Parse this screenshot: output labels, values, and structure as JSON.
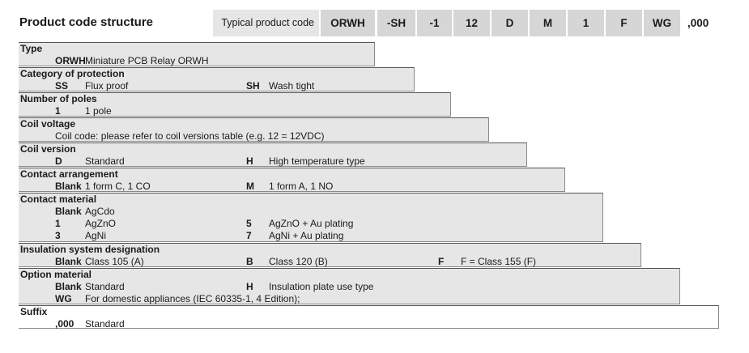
{
  "header": {
    "title": "Product code structure",
    "typical_label": "Typical product code",
    "codes": [
      "ORWH",
      "-SH",
      "-1",
      "12",
      "D",
      "M",
      "1",
      "F",
      "WG",
      ",000"
    ]
  },
  "sections": [
    {
      "title": "Type",
      "rows": [
        [
          {
            "k": "ORWH",
            "v": "Miniature PCB Relay ORWH"
          }
        ]
      ]
    },
    {
      "title": "Category of protection",
      "rows": [
        [
          {
            "k": "SS",
            "v": "Flux proof"
          },
          {
            "k": "SH",
            "v": "Wash tight"
          }
        ]
      ]
    },
    {
      "title": "Number of poles",
      "rows": [
        [
          {
            "k": "1",
            "v": "1 pole"
          }
        ]
      ]
    },
    {
      "title": "Coil voltage",
      "rows": [
        [
          {
            "k": "",
            "v": "Coil code: please refer to coil versions table (e.g. 12 = 12VDC)"
          }
        ]
      ]
    },
    {
      "title": "Coil version",
      "rows": [
        [
          {
            "k": "D",
            "v": "Standard"
          },
          {
            "k": "H",
            "v": "High temperature type"
          }
        ]
      ]
    },
    {
      "title": "Contact arrangement",
      "rows": [
        [
          {
            "k": "Blank",
            "v": "1 form C, 1 CO"
          },
          {
            "k": "M",
            "v": "1 form A, 1 NO"
          }
        ]
      ]
    },
    {
      "title": "Contact material",
      "rows": [
        [
          {
            "k": "Blank",
            "v": "AgCdo"
          }
        ],
        [
          {
            "k": "1",
            "v": "AgZnO"
          },
          {
            "k": "5",
            "v": "AgZnO + Au plating"
          }
        ],
        [
          {
            "k": "3",
            "v": "AgNi"
          },
          {
            "k": "7",
            "v": "AgNi + Au plating"
          }
        ]
      ]
    },
    {
      "title": "Insulation system designation",
      "rows": [
        [
          {
            "k": "Blank",
            "v": "Class 105 (A)"
          },
          {
            "k": "B",
            "v": "Class 120 (B)"
          },
          {
            "k": "F",
            "v": "F = Class 155 (F)"
          }
        ]
      ]
    },
    {
      "title": "Option material",
      "rows": [
        [
          {
            "k": "Blank",
            "v": "Standard"
          },
          {
            "k": "H",
            "v": "Insulation plate use type"
          }
        ],
        [
          {
            "k": "WG",
            "v": "For domestic appliances (IEC 60335-1, 4 Edition);"
          }
        ]
      ]
    },
    {
      "title": "Suffix",
      "rows": [
        [
          {
            "k": ",000",
            "v": "Standard"
          }
        ]
      ]
    }
  ]
}
